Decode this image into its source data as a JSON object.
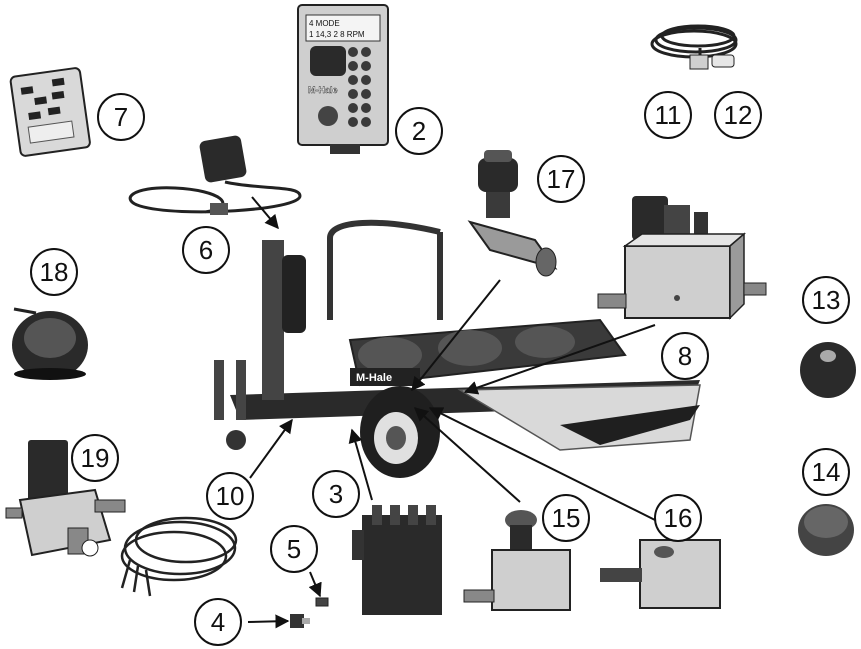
{
  "diagram": {
    "brand_label": "M-Hale",
    "display_line_1": "4 MODE",
    "display_line_2": "1 14,3 2 8 RPM",
    "callouts": [
      "7",
      "2",
      "11",
      "12",
      "17",
      "6",
      "18",
      "13",
      "8",
      "19",
      "10",
      "3",
      "15",
      "16",
      "14",
      "5",
      "4"
    ]
  },
  "colors": {
    "ink": "#111111",
    "dark_part": "#2a2a2a",
    "mid_part": "#7a7a7a",
    "light_part": "#c9c9c9"
  },
  "icons": [
    "remote-control-icon",
    "control-box-icon",
    "cable-coil-icon",
    "connector-icon",
    "flow-valve-icon",
    "sensor-icon",
    "beacon-icon",
    "block-valve-icon",
    "knob-icon",
    "wrapper-machine-icon",
    "wire-harness-icon",
    "valve-bank-icon",
    "pressure-valve-icon",
    "manifold-icon",
    "cap-icon",
    "fitting-icon",
    "pin-icon",
    "arrow-icon"
  ]
}
